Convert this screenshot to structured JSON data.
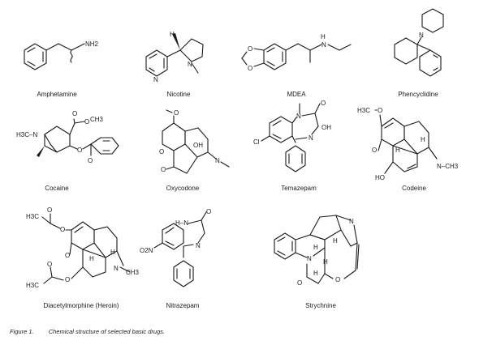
{
  "figure": {
    "caption_number": "Figure 1.",
    "caption_text": "Chemical structure of selected basic drugs."
  },
  "molecules": [
    {
      "name": "Amphetamine"
    },
    {
      "name": "Nicotine"
    },
    {
      "name": "MDEA"
    },
    {
      "name": "Phencyclidine"
    },
    {
      "name": "Cocaine"
    },
    {
      "name": "Oxycodone"
    },
    {
      "name": "Temazepam"
    },
    {
      "name": "Codeine"
    },
    {
      "name": "Diacetylmorphine (Heroin)"
    },
    {
      "name": "Nitrazepam"
    },
    {
      "name": "Strychnine"
    }
  ],
  "atom_labels": {
    "nh2": "NH2",
    "n": "N",
    "h": "H",
    "o": "O",
    "oh": "OH",
    "ho": "HO",
    "cl": "Cl",
    "ch3": "CH3",
    "h3c": "H3C",
    "h3c_n": "H3C–N",
    "n_ch3": "N–CH3",
    "o2n": "O2N",
    "h_n": "H–N",
    "oh_temazepam": "OH"
  }
}
